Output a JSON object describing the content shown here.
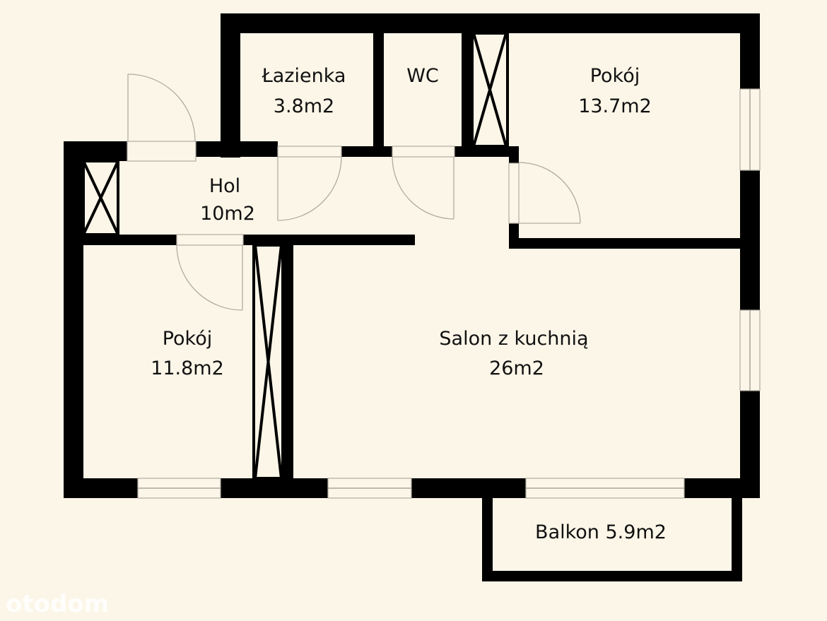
{
  "floor_plan": {
    "background_color": "#fcf6e8",
    "wall_color": "#000000",
    "rooms": [
      {
        "name": "Łazienka",
        "area": "3.8m2"
      },
      {
        "name": "WC",
        "area": ""
      },
      {
        "name": "Pokój",
        "area": "13.7m2"
      },
      {
        "name": "Hol",
        "area": "10m2"
      },
      {
        "name": "Pokój",
        "area": "11.8m2"
      },
      {
        "name": "Salon z kuchnią",
        "area": "26m2"
      },
      {
        "name": "Balkon 5.9m2",
        "area": ""
      }
    ]
  },
  "watermark": {
    "text": "otodom"
  }
}
